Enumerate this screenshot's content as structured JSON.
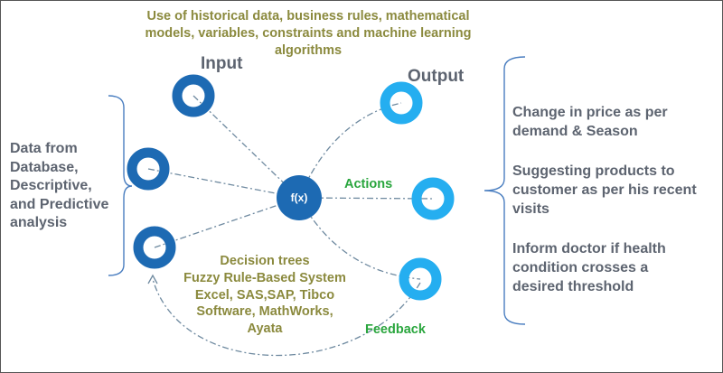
{
  "top_note": {
    "lines": [
      "Use of historical data, business rules, mathematical",
      "models, variables, constraints and machine learning",
      "algorithms"
    ]
  },
  "input_label": "Input",
  "output_label": "Output",
  "function_label": "f(x)",
  "actions_label": "Actions",
  "feedback_label": "Feedback",
  "input_description": {
    "lines": [
      "Data from",
      "Database,",
      "Descriptive,",
      "and Predictive",
      "analysis"
    ]
  },
  "tools": {
    "lines": [
      "Decision trees",
      "Fuzzy Rule-Based System",
      "Excel, SAS,SAP, Tibco",
      "Software, MathWorks,",
      "Ayata"
    ]
  },
  "outputs": [
    {
      "lines": [
        "Change in price as per",
        "demand & Season"
      ]
    },
    {
      "lines": [
        "Suggesting products to",
        "customer as per his recent",
        "visits"
      ]
    },
    {
      "lines": [
        "Inform doctor if health",
        "condition crosses a",
        "desired threshold"
      ]
    }
  ],
  "colors": {
    "input_node": "#1d6ab3",
    "output_node": "#25aef0",
    "function_node": "#1d6ab3",
    "olive_text": "#8b8a3e",
    "grey_text": "#5d6470",
    "green_text": "#2aa63e",
    "bracket": "#4a7ec0"
  }
}
